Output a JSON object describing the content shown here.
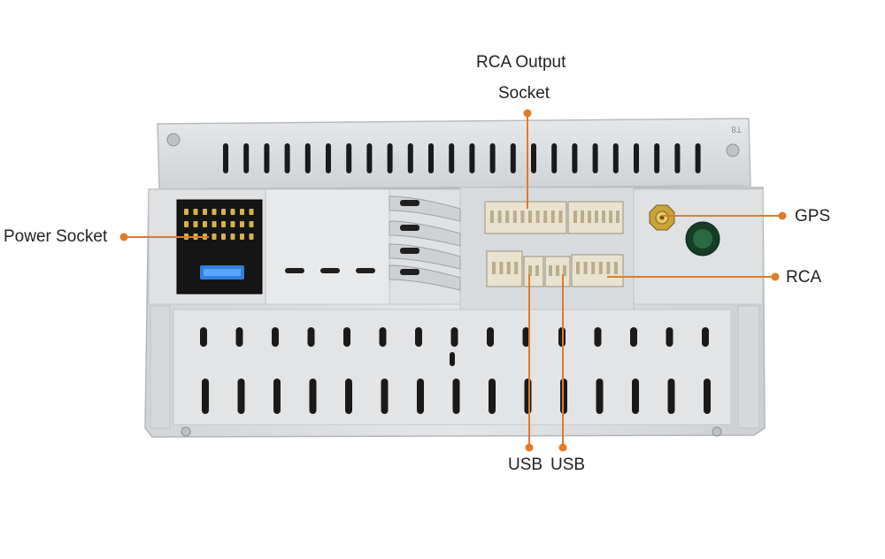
{
  "labels": {
    "rca_output_line1": "RCA Output",
    "rca_output_line2": "Socket",
    "power_socket": "Power Socket",
    "gps": "GPS",
    "rca": "RCA",
    "usb_1": "USB",
    "usb_2": "USB",
    "model_mark": "T8"
  },
  "colors": {
    "leader": "#e07b2a",
    "chassis": "#dcdee0",
    "chassis_edge": "#b9bcbf",
    "slot": "#1a1a1a",
    "connector": "#e9e2cf",
    "gps_jack": "#c9a23a",
    "green_port": "#1f5a34",
    "fuse": "#2f7fe0"
  }
}
